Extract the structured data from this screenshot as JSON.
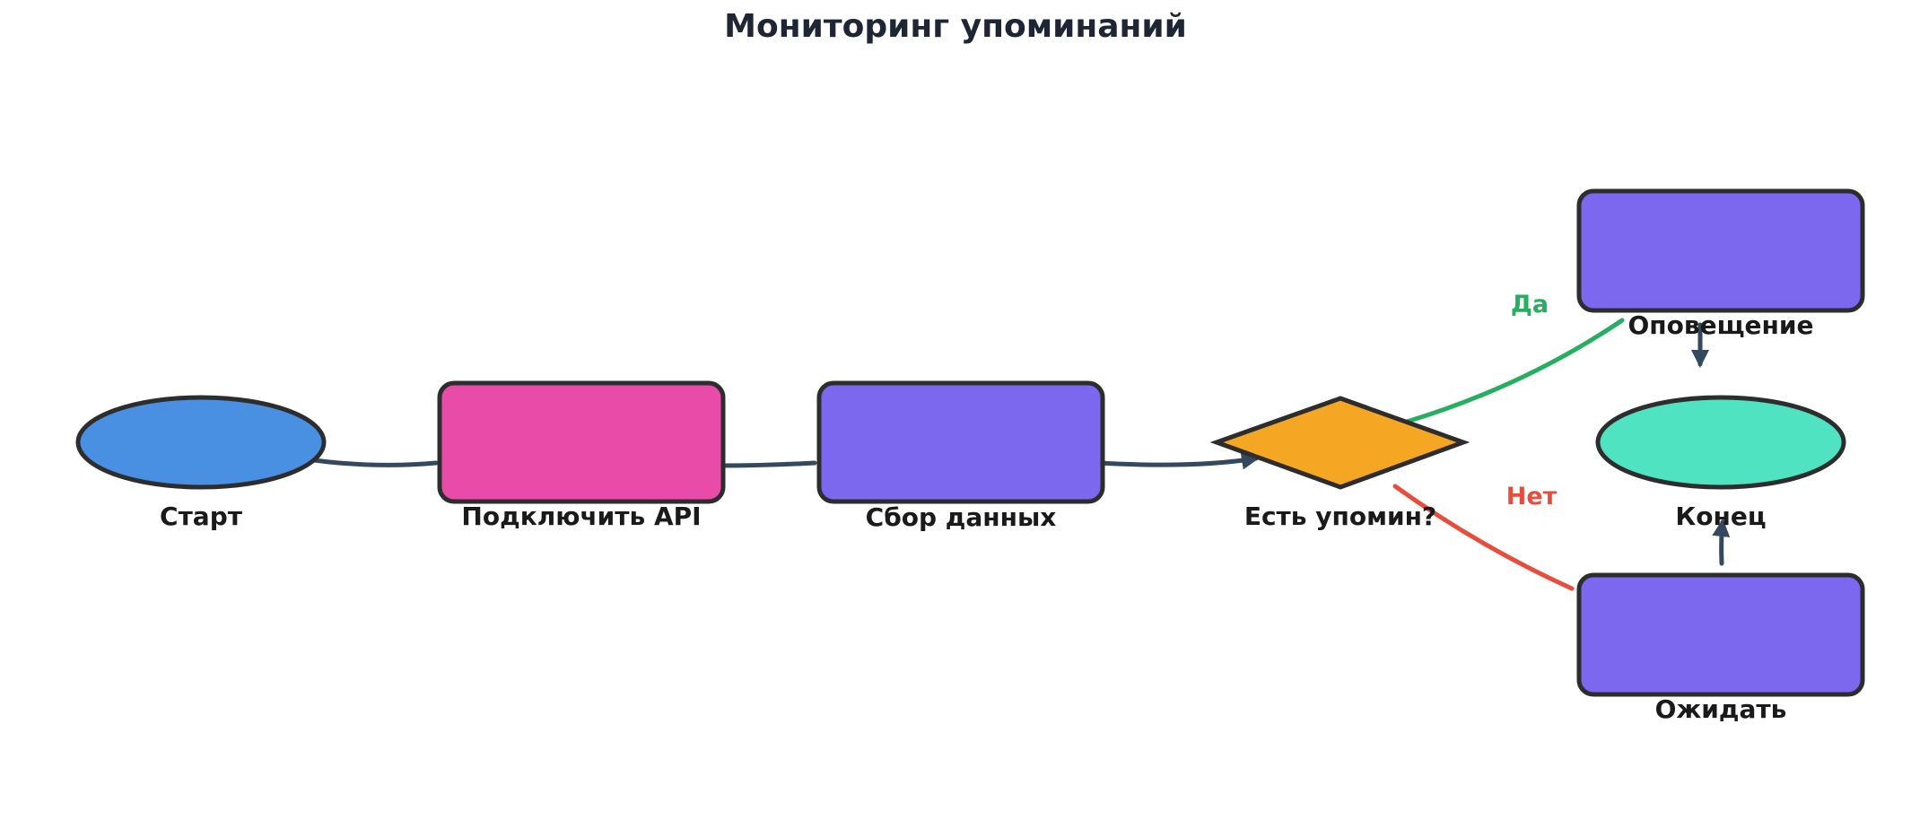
{
  "title": "Мониторинг упоминаний",
  "colors": {
    "title": "#1e2535",
    "node_stroke": "#2d2d2d",
    "edge": "#34495e",
    "edge_yes": "#27ae60",
    "edge_no": "#e74c3c",
    "start_fill": "#4a90e2",
    "api_fill": "#e94ca8",
    "process_fill": "#7b68ee",
    "decision_fill": "#f5a623",
    "end_fill": "#50e3c2"
  },
  "nodes": [
    {
      "id": "start",
      "label": "Старт",
      "shape": "ellipse"
    },
    {
      "id": "connect_api",
      "label": "Подключить API",
      "shape": "rounded-rect"
    },
    {
      "id": "collect_data",
      "label": "Сбор данных",
      "shape": "rounded-rect"
    },
    {
      "id": "has_mentions",
      "label": "Есть упомин?",
      "shape": "diamond"
    },
    {
      "id": "notify",
      "label": "Оповещение",
      "shape": "rounded-rect"
    },
    {
      "id": "end",
      "label": "Конец",
      "shape": "ellipse"
    },
    {
      "id": "wait",
      "label": "Ожидать",
      "shape": "rounded-rect"
    }
  ],
  "edges": [
    {
      "from": "start",
      "to": "connect_api",
      "label": ""
    },
    {
      "from": "connect_api",
      "to": "collect_data",
      "label": ""
    },
    {
      "from": "collect_data",
      "to": "has_mentions",
      "label": ""
    },
    {
      "from": "has_mentions",
      "to": "notify",
      "label": "Да"
    },
    {
      "from": "has_mentions",
      "to": "wait",
      "label": "Нет"
    },
    {
      "from": "notify",
      "to": "end",
      "label": ""
    },
    {
      "from": "wait",
      "to": "end",
      "label": ""
    }
  ]
}
